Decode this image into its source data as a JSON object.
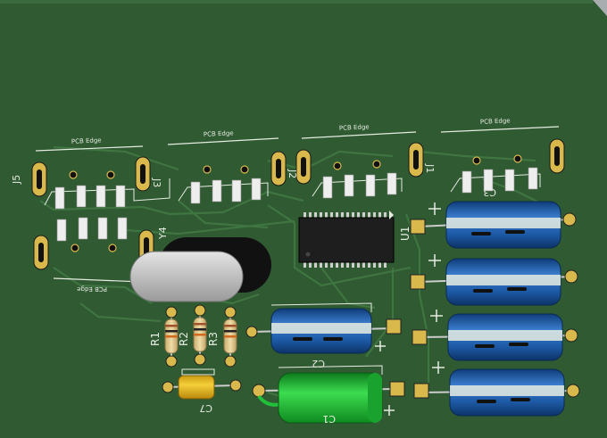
{
  "board": {
    "edge_label": "PCB Edge",
    "colors": {
      "background": "#a9adb0",
      "soldermask": "#2f5a32",
      "silkscreen": "#e6ece2",
      "copper_pad": "#c9a94a",
      "trace": "#3f7541",
      "capacitor_blue": "#1f5ea8",
      "capacitor_green": "#22c03a",
      "resistor_body": "#e0c88a",
      "ic_body": "#1e1e1e",
      "crystal_body": "#cfcfcf"
    }
  },
  "connectors": {
    "j5": "J5",
    "j3": "J3",
    "j2": "J2",
    "j1": "J1"
  },
  "components": {
    "u1": "U1",
    "y4": "Y4",
    "r1": "R1",
    "r2": "R2",
    "r3": "R3",
    "c1": "C1",
    "c2": "C2",
    "c3": "C3",
    "c7": "C7"
  },
  "icons": {
    "pcb": "pcb-3d-render"
  }
}
